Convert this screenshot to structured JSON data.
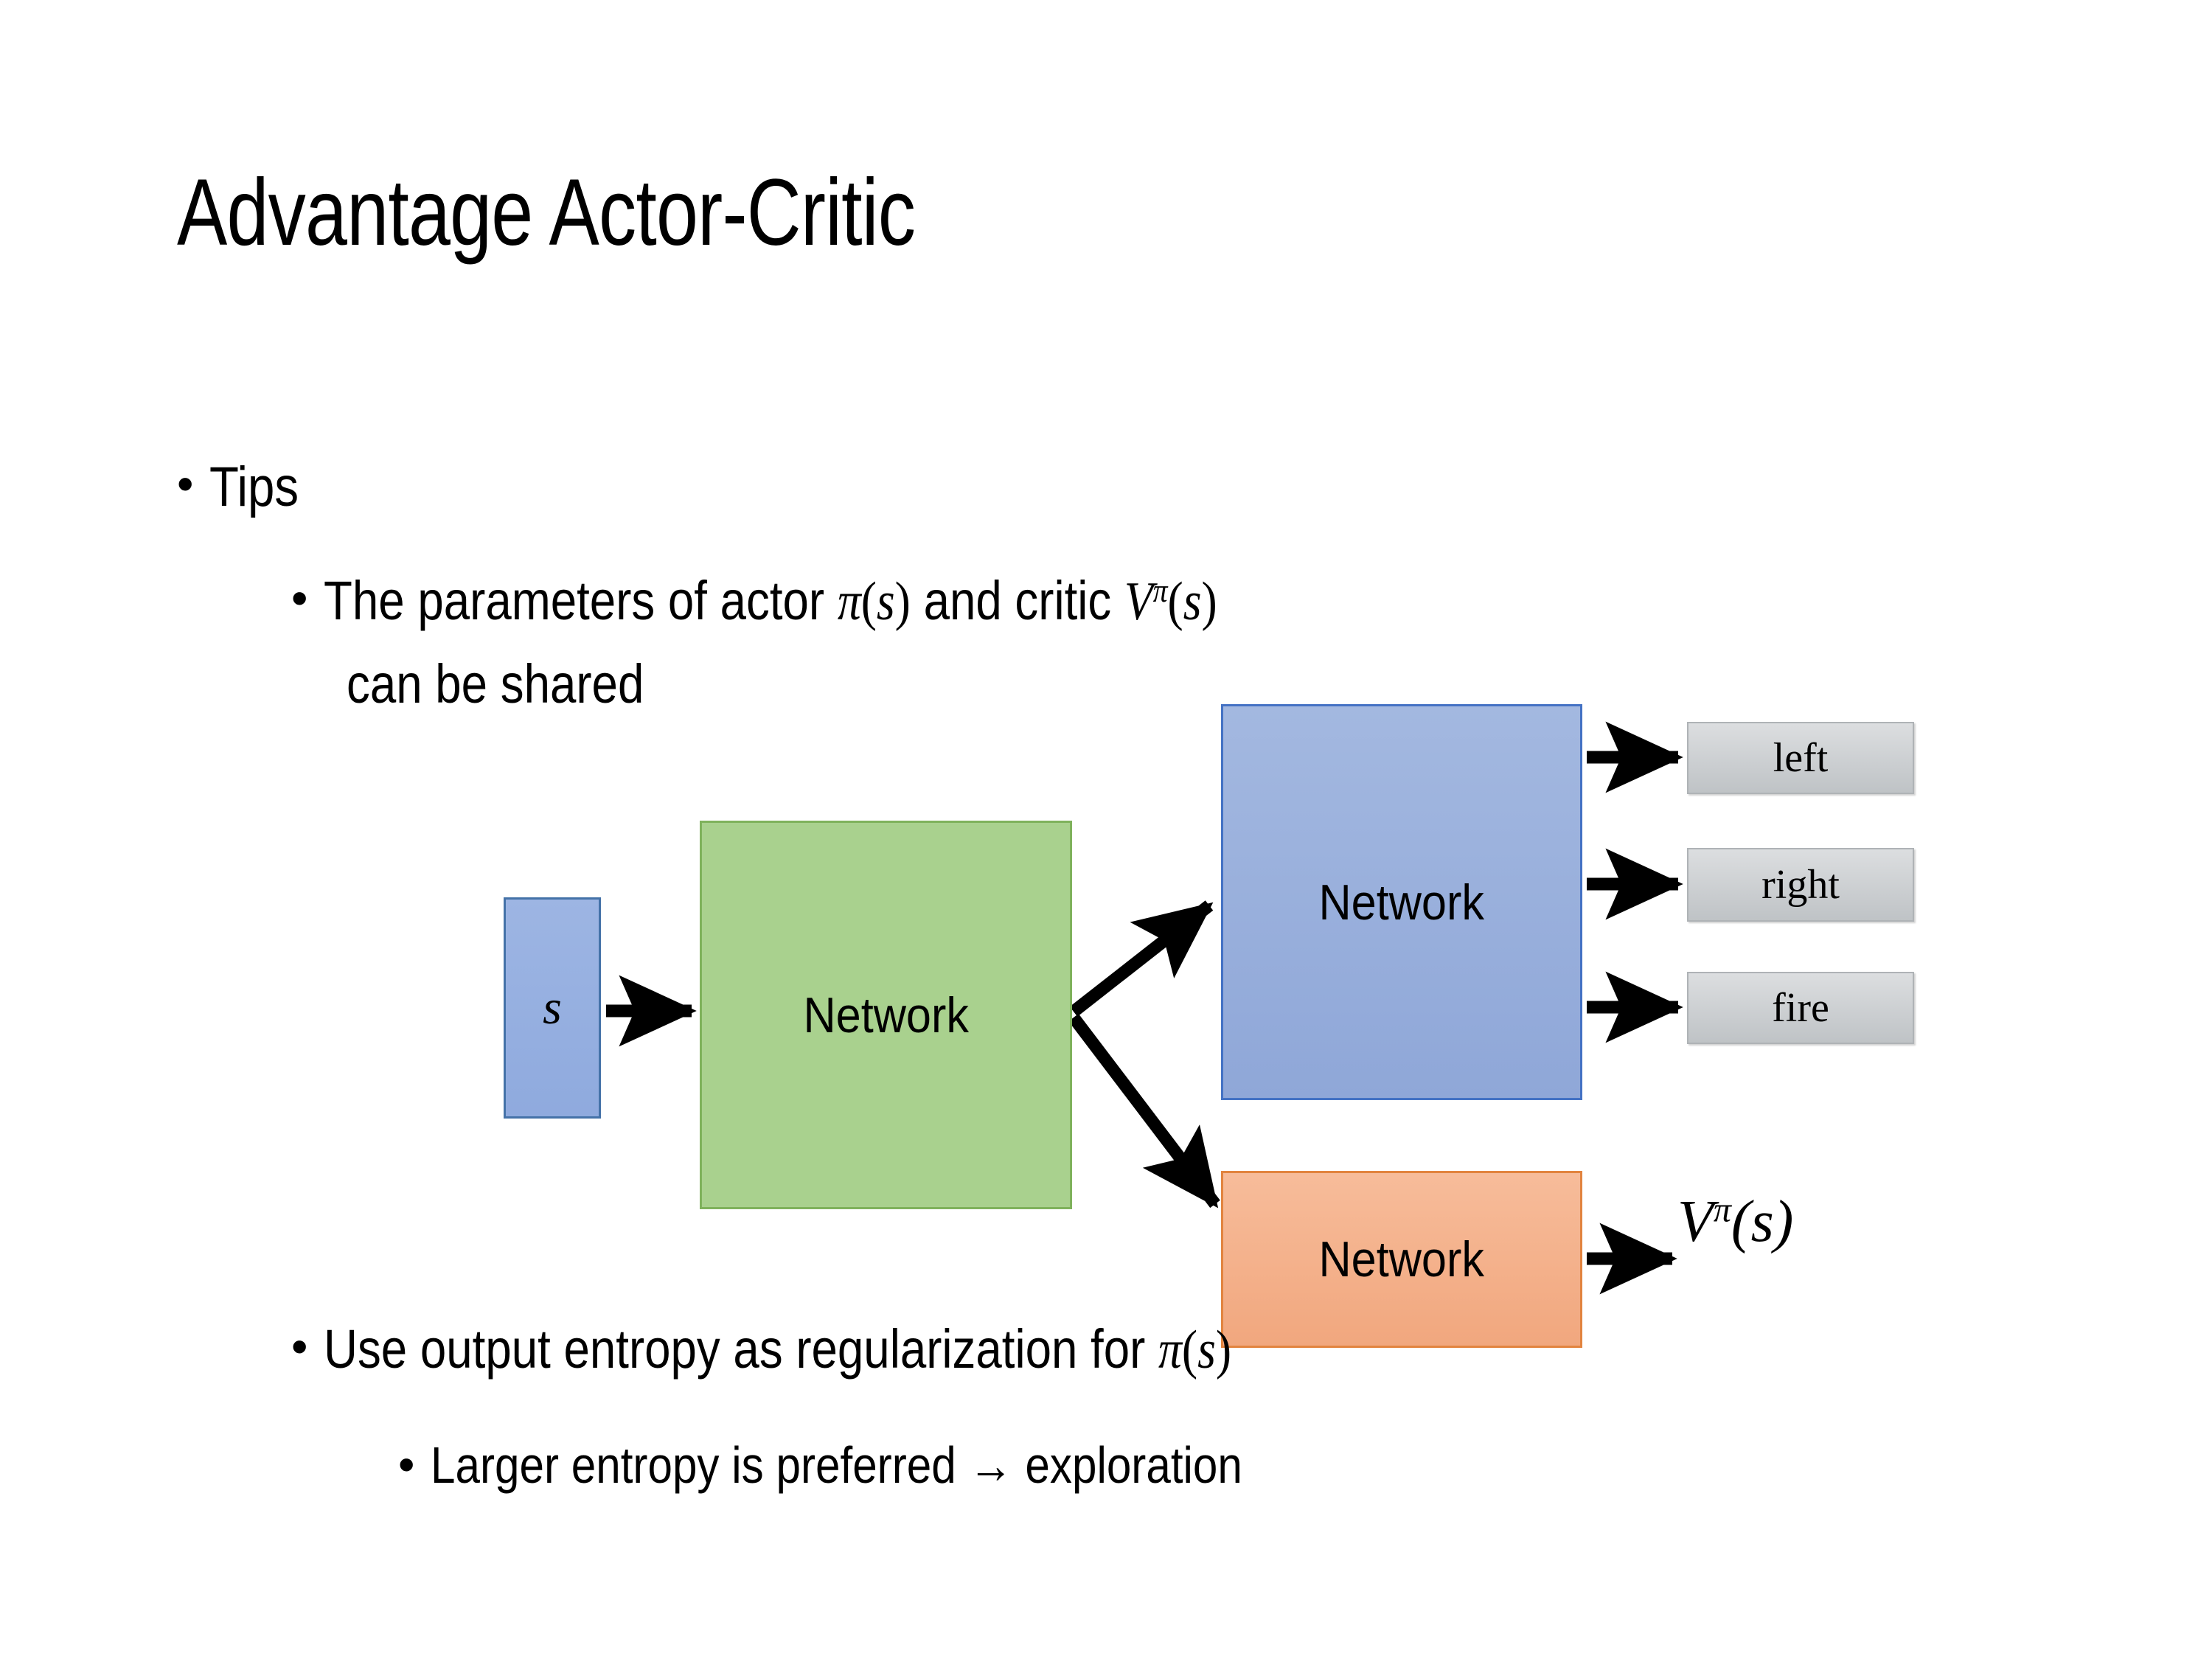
{
  "slide": {
    "title": "Advantage Actor-Critic",
    "background": "#FFFFFF"
  },
  "bullets": {
    "tips": {
      "marker": "•",
      "label": "Tips"
    },
    "params_line1_pre": "The parameters of actor ",
    "params_line1_math_pi": "π(s)",
    "params_line1_mid": "  and critic ",
    "params_line1_math_v": "Vπ(s)",
    "params_line2": "can be shared",
    "entropy": {
      "marker": "•",
      "pre": "Use output entropy as regularization for ",
      "math": "π(s)"
    },
    "larger": {
      "marker": "•",
      "text": "Larger entropy is preferred → exploration"
    }
  },
  "diagram": {
    "state_box": {
      "label": "s",
      "fill": "#95AFE0",
      "border": "#4472A8"
    },
    "shared_network": {
      "label": "Network",
      "fill": "#A9D18E",
      "border": "#7FB25C"
    },
    "actor_network": {
      "label": "Network",
      "fill": "#95AFDB",
      "border": "#4472C4"
    },
    "critic_network": {
      "label": "Network",
      "fill": "#F4B183",
      "border": "#E2843F"
    },
    "actions": [
      {
        "label": "left",
        "fill": "#C6C9CC"
      },
      {
        "label": "right",
        "fill": "#C6C9CC"
      },
      {
        "label": "fire",
        "fill": "#C6C9CC"
      }
    ],
    "critic_output": {
      "base": "V",
      "superscript": "π",
      "arg": "(s)"
    },
    "arrow_color": "#000000"
  }
}
